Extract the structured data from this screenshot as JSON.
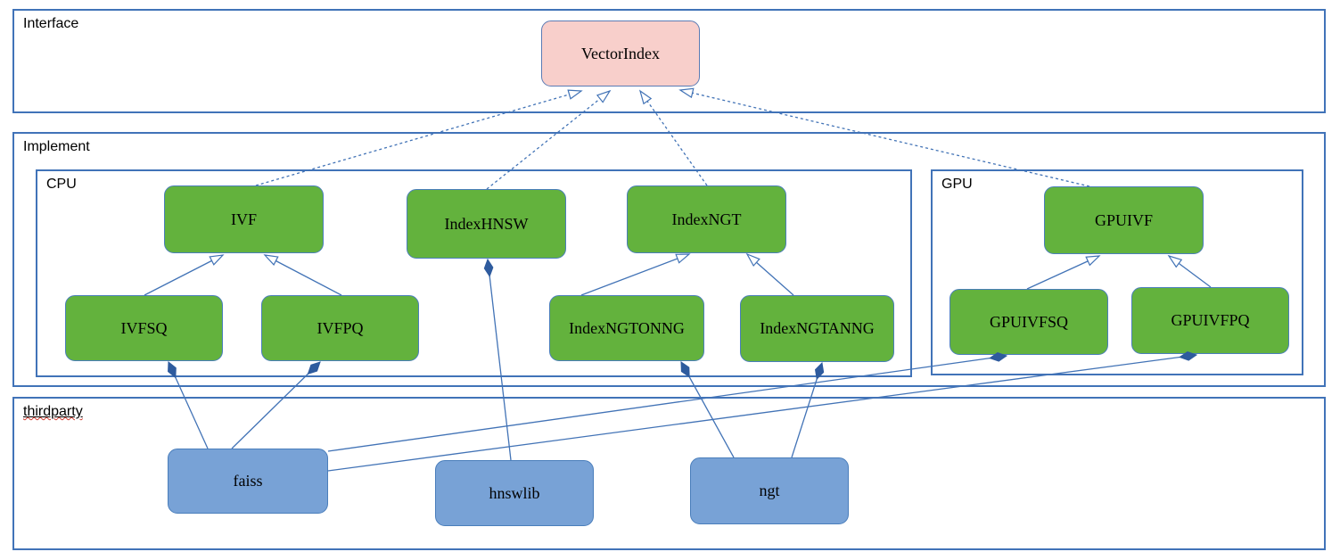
{
  "diagram": {
    "containers": {
      "interface": {
        "label": "Interface"
      },
      "implement": {
        "label": "Implement"
      },
      "cpu": {
        "label": "CPU"
      },
      "gpu": {
        "label": "GPU"
      },
      "thirdparty": {
        "label": "thirdparty",
        "spellcheck_underline": true
      }
    },
    "nodes": {
      "vectorindex": {
        "label": "VectorIndex",
        "group": "interface",
        "fill": "pink"
      },
      "ivf": {
        "label": "IVF",
        "group": "cpu",
        "fill": "green"
      },
      "indexhnsw": {
        "label": "IndexHNSW",
        "group": "cpu",
        "fill": "green"
      },
      "indexngt": {
        "label": "IndexNGT",
        "group": "cpu",
        "fill": "green"
      },
      "ivfsq": {
        "label": "IVFSQ",
        "group": "cpu",
        "fill": "green"
      },
      "ivfpq": {
        "label": "IVFPQ",
        "group": "cpu",
        "fill": "green"
      },
      "indexngtonng": {
        "label": "IndexNGTONNG",
        "group": "cpu",
        "fill": "green"
      },
      "indexngtanng": {
        "label": "IndexNGTANNG",
        "group": "cpu",
        "fill": "green"
      },
      "gpuivf": {
        "label": "GPUIVF",
        "group": "gpu",
        "fill": "green"
      },
      "gpuivfsq": {
        "label": "GPUIVFSQ",
        "group": "gpu",
        "fill": "green"
      },
      "gpuivfpq": {
        "label": "GPUIVFPQ",
        "group": "gpu",
        "fill": "green"
      },
      "faiss": {
        "label": "faiss",
        "group": "thirdparty",
        "fill": "blue"
      },
      "hnswlib": {
        "label": "hnswlib",
        "group": "thirdparty",
        "fill": "blue"
      },
      "ngt": {
        "label": "ngt",
        "group": "thirdparty",
        "fill": "blue"
      }
    },
    "edges": [
      {
        "from": "ivf",
        "to": "vectorindex",
        "type": "realization"
      },
      {
        "from": "indexhnsw",
        "to": "vectorindex",
        "type": "realization"
      },
      {
        "from": "indexngt",
        "to": "vectorindex",
        "type": "realization"
      },
      {
        "from": "gpuivf",
        "to": "vectorindex",
        "type": "realization"
      },
      {
        "from": "ivfsq",
        "to": "ivf",
        "type": "inheritance"
      },
      {
        "from": "ivfpq",
        "to": "ivf",
        "type": "inheritance"
      },
      {
        "from": "indexngtonng",
        "to": "indexngt",
        "type": "inheritance"
      },
      {
        "from": "indexngtanng",
        "to": "indexngt",
        "type": "inheritance"
      },
      {
        "from": "gpuivfsq",
        "to": "gpuivf",
        "type": "inheritance"
      },
      {
        "from": "gpuivfpq",
        "to": "gpuivf",
        "type": "inheritance"
      },
      {
        "from": "faiss",
        "to": "ivfsq",
        "type": "composition"
      },
      {
        "from": "faiss",
        "to": "ivfpq",
        "type": "composition"
      },
      {
        "from": "faiss",
        "to": "gpuivfsq",
        "type": "composition"
      },
      {
        "from": "faiss",
        "to": "gpuivfpq",
        "type": "composition"
      },
      {
        "from": "hnswlib",
        "to": "indexhnsw",
        "type": "composition"
      },
      {
        "from": "ngt",
        "to": "indexngtonng",
        "type": "composition"
      },
      {
        "from": "ngt",
        "to": "indexngtanng",
        "type": "composition"
      }
    ],
    "colors": {
      "node_green": "#63b23d",
      "node_pink": "#f8cfcb",
      "node_blue": "#78a2d6",
      "node_border": "#4a7ebb",
      "container_border": "#4173b8",
      "line": "#4273b6",
      "diamond": "#2e5b9e",
      "spell": "#d03b2f"
    }
  }
}
